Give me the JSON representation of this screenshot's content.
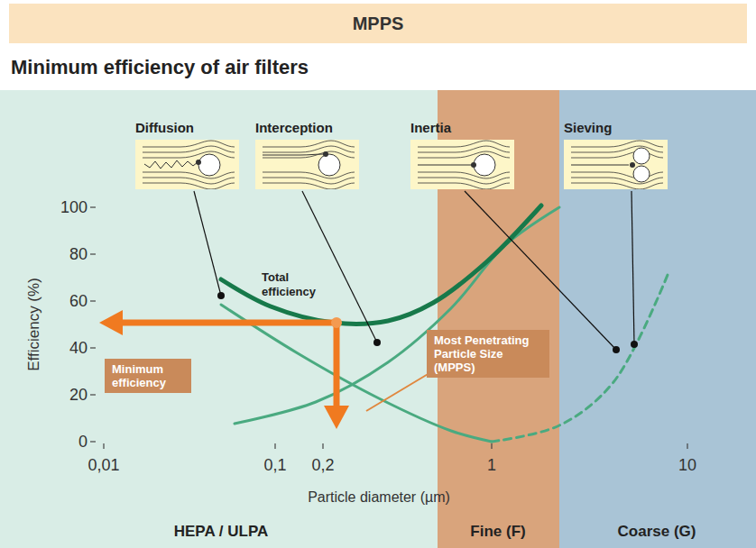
{
  "diagram": {
    "title": "Minimum efficiency of air filters",
    "nodes": [
      {
        "text": [
          "MPPS"
        ]
      },
      {
        "text": [
          "Diffusion"
        ]
      },
      {
        "text": [
          "Interception"
        ]
      },
      {
        "text": [
          "Inertia"
        ]
      },
      {
        "text": [
          "Sieving"
        ]
      },
      {
        "text": [
          "Most Penetrating Particle Size (MPPS)"
        ]
      },
      {
        "text": [
          "Minimum efficiency"
        ]
      }
    ],
    "labels": [
      "Total efficiency",
      "100",
      "80",
      "60",
      "40",
      "20",
      "0",
      "Efficiency (%)",
      "0,01",
      "0,1",
      "0,2",
      "1",
      "10",
      "Particle diameter (µm)",
      "HEPA / ULPA",
      "Fine (F)",
      "Coarse (G)"
    ]
  }
}
